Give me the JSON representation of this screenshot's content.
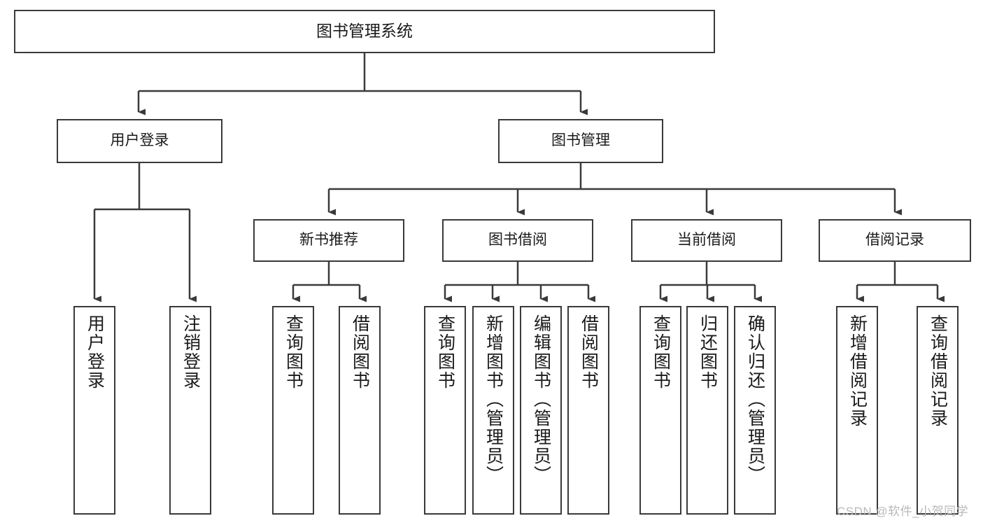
{
  "diagram": {
    "title": "图书管理系统",
    "type": "功能结构图",
    "watermark": "CSDN @软件_小贺同学",
    "colors": {
      "box_border": "#3a3a3a",
      "connector": "#3a3a3a",
      "background": "#ffffff",
      "text": "#1a1a1a",
      "watermark": "#b9b9b9"
    },
    "root": {
      "label": "图书管理系统"
    },
    "level1": [
      {
        "label": "用户登录"
      },
      {
        "label": "图书管理"
      }
    ],
    "level2": [
      {
        "label": "新书推荐"
      },
      {
        "label": "图书借阅"
      },
      {
        "label": "当前借阅"
      },
      {
        "label": "借阅记录"
      }
    ],
    "leaves": {
      "user_login": [
        {
          "label": "用户登录"
        },
        {
          "label": "注销登录"
        }
      ],
      "new_book": [
        {
          "label": "查询图书"
        },
        {
          "label": "借阅图书"
        }
      ],
      "book_borrow": [
        {
          "label": "查询图书"
        },
        {
          "label": "新增图书（管理员）"
        },
        {
          "label": "编辑图书（管理员）"
        },
        {
          "label": "借阅图书"
        }
      ],
      "current_borrow": [
        {
          "label": "查询图书"
        },
        {
          "label": "归还图书"
        },
        {
          "label": "确认归还（管理员）"
        }
      ],
      "borrow_record": [
        {
          "label": "新增借阅记录"
        },
        {
          "label": "查询借阅记录"
        }
      ]
    }
  }
}
